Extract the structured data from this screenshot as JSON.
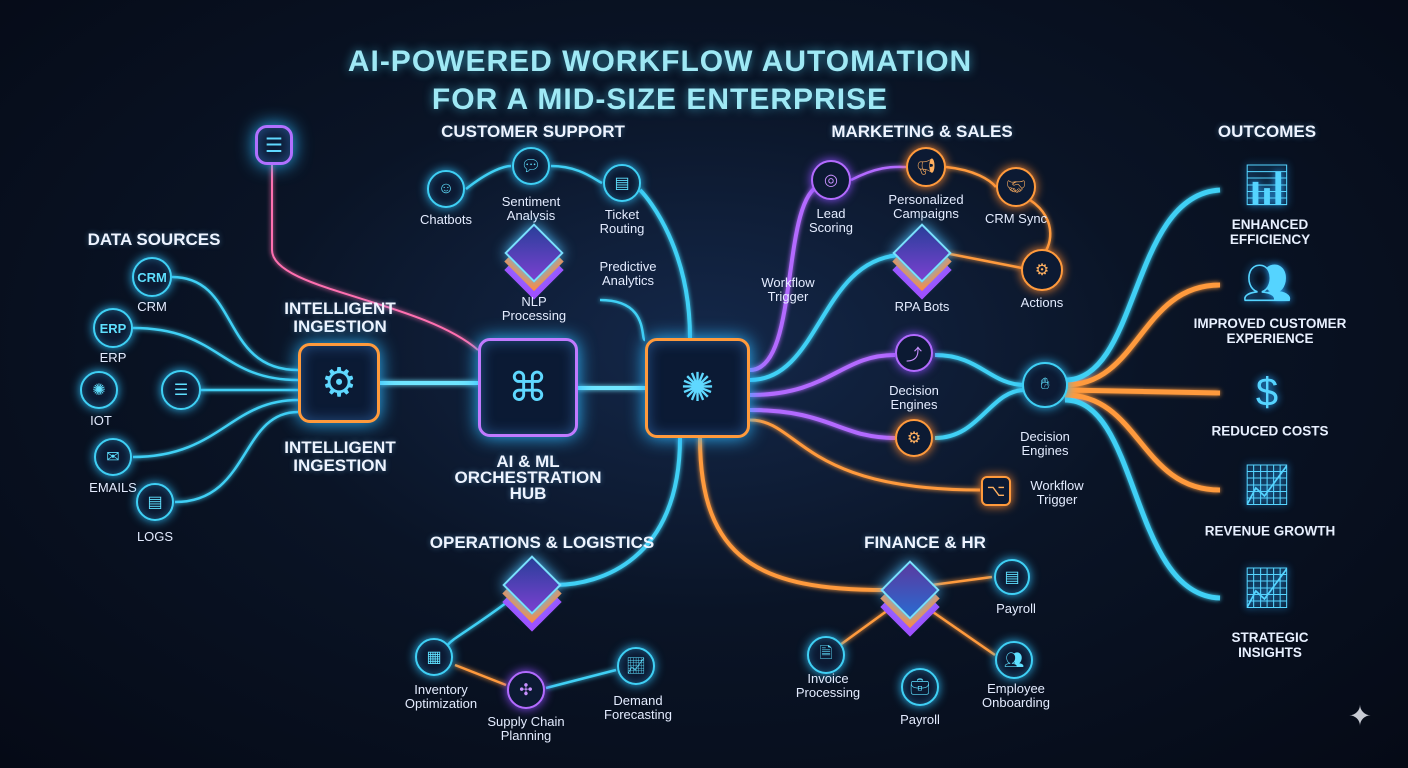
{
  "title": {
    "line1": "AI-POWERED WORKFLOW AUTOMATION",
    "line2": "FOR A MID-SIZE ENTERPRISE"
  },
  "data_sources": {
    "heading": "DATA SOURCES",
    "items": [
      {
        "label": "CRM",
        "badge": "CRM"
      },
      {
        "label": "ERP",
        "badge": "ERP"
      },
      {
        "label": "IOT"
      },
      {
        "label": "EMAILS"
      },
      {
        "label": "LOGS"
      }
    ]
  },
  "ingestion": {
    "heading": "INTELLIGENT INGESTION",
    "label": "INTELLIGENT INGESTION"
  },
  "hub": {
    "label_line1": "AI & ML",
    "label_line2": "ORCHESTRATION",
    "label_line3": "HUB"
  },
  "customer_support": {
    "heading": "CUSTOMER SUPPORT",
    "items": [
      "Chatbots",
      "Sentiment Analysis",
      "Ticket Routing",
      "NLP Processing",
      "Predictive Analytics"
    ]
  },
  "marketing_sales": {
    "heading": "MARKETING & SALES",
    "items": [
      "Lead Scoring",
      "Personalized Campaigns",
      "CRM Sync",
      "RPA Bots",
      "Actions",
      "Workflow Trigger",
      "Decision Engines",
      "Decision Engines",
      "Workflow Trigger"
    ]
  },
  "operations": {
    "heading": "OPERATIONS & LOGISTICS",
    "items": [
      "Inventory Optimization",
      "Supply Chain Planning",
      "Demand Forecasting"
    ]
  },
  "finance_hr": {
    "heading": "FINANCE & HR",
    "items": [
      "Payroll",
      "Invoice Processing",
      "Payroll",
      "Employee Onboarding"
    ]
  },
  "outcomes": {
    "heading": "OUTCOMES",
    "items": [
      "ENHANCED EFFICIENCY",
      "IMPROVED CUSTOMER EXPERIENCE",
      "REDUCED COSTS",
      "REVENUE GROWTH",
      "STRATEGIC INSIGHTS"
    ]
  },
  "colors": {
    "cyan": "#3fd0f5",
    "orange": "#ff9a3c",
    "purple": "#b36bff",
    "background": "#0a1426"
  }
}
